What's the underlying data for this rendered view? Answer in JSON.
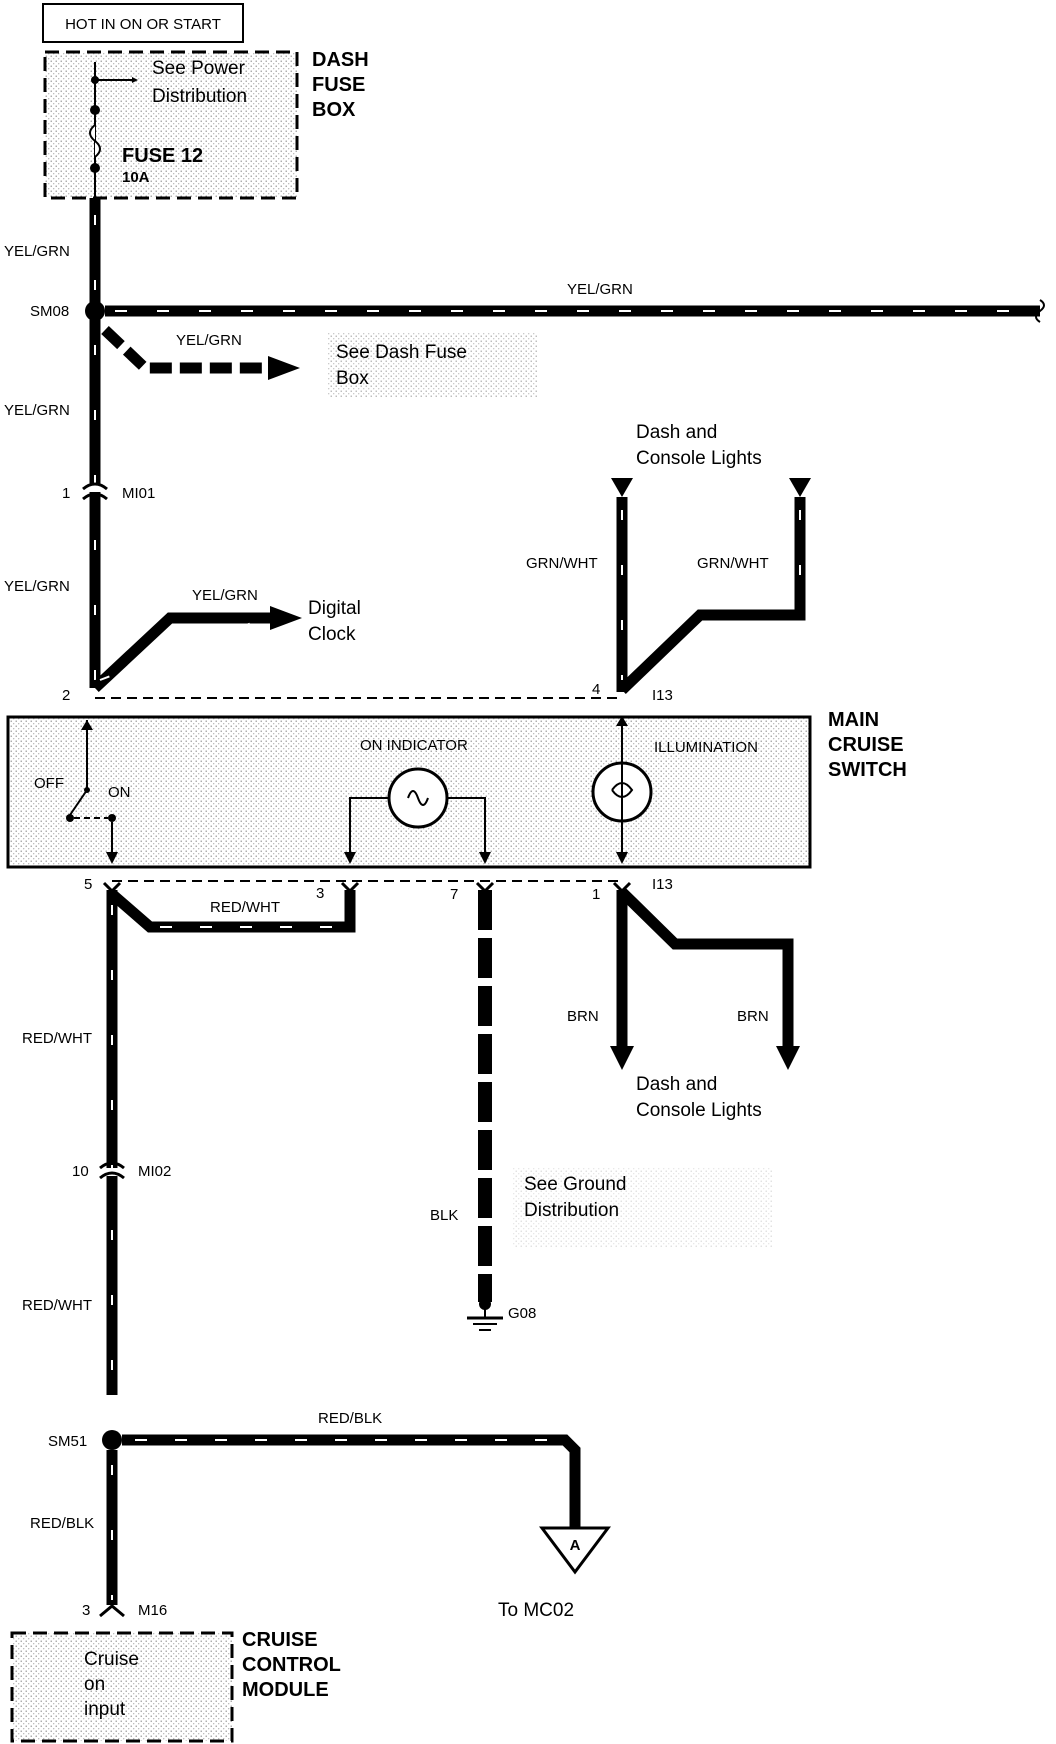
{
  "header": {
    "power_label": "HOT IN ON OR START"
  },
  "fuse_box": {
    "title_lines": [
      "DASH",
      "FUSE",
      "BOX"
    ],
    "see_power_lines": [
      "See Power",
      "Distribution"
    ],
    "fuse_name": "FUSE 12",
    "fuse_rating": "10A"
  },
  "wires": {
    "yel_grn": "YEL/GRN",
    "grn_wht": "GRN/WHT",
    "red_wht": "RED/WHT",
    "brn": "BRN",
    "blk": "BLK",
    "red_blk": "RED/BLK"
  },
  "splices": {
    "sm08": "SM08",
    "sm51": "SM51"
  },
  "connectors": {
    "mi01": "MI01",
    "mi01_pin": "1",
    "mi02": "MI02",
    "mi02_pin": "10",
    "i13": "I13",
    "m16": "M16",
    "m16_pin": "3"
  },
  "pins": {
    "p2": "2",
    "p4": "4",
    "p5": "5",
    "p3": "3",
    "p7": "7",
    "p1": "1"
  },
  "references": {
    "see_dash_fuse_lines": [
      "See Dash Fuse",
      "Box"
    ],
    "digital_clock_lines": [
      "Digital",
      "Clock"
    ],
    "dash_lights_lines": [
      "Dash and",
      "Console Lights"
    ],
    "see_ground_lines": [
      "See Ground",
      "Distribution"
    ],
    "ground": "G08",
    "to_mc02": "To MC02",
    "connector_a": "A"
  },
  "main_switch": {
    "title_lines": [
      "MAIN",
      "CRUISE",
      "SWITCH"
    ],
    "on_indicator": "ON INDICATOR",
    "illumination": "ILLUMINATION",
    "off": "OFF",
    "on": "ON"
  },
  "cruise_module": {
    "title_lines": [
      "CRUISE",
      "CONTROL",
      "MODULE"
    ],
    "input_lines": [
      "Cruise",
      "on",
      "input"
    ]
  }
}
